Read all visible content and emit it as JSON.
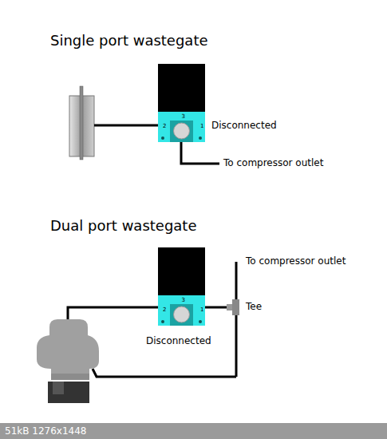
{
  "diagram": {
    "nodes": [
      {
        "text": [
          "3",
          "2",
          "1"
        ]
      },
      {
        "text": [
          "3",
          "2",
          "1"
        ]
      }
    ],
    "labels": [
      "Single port wastegate",
      "Disconnected",
      "To compressor outlet",
      "Dual port wastegate",
      "To compressor outlet",
      "Tee",
      "Disconnected",
      "51kB 1276x1448"
    ]
  }
}
